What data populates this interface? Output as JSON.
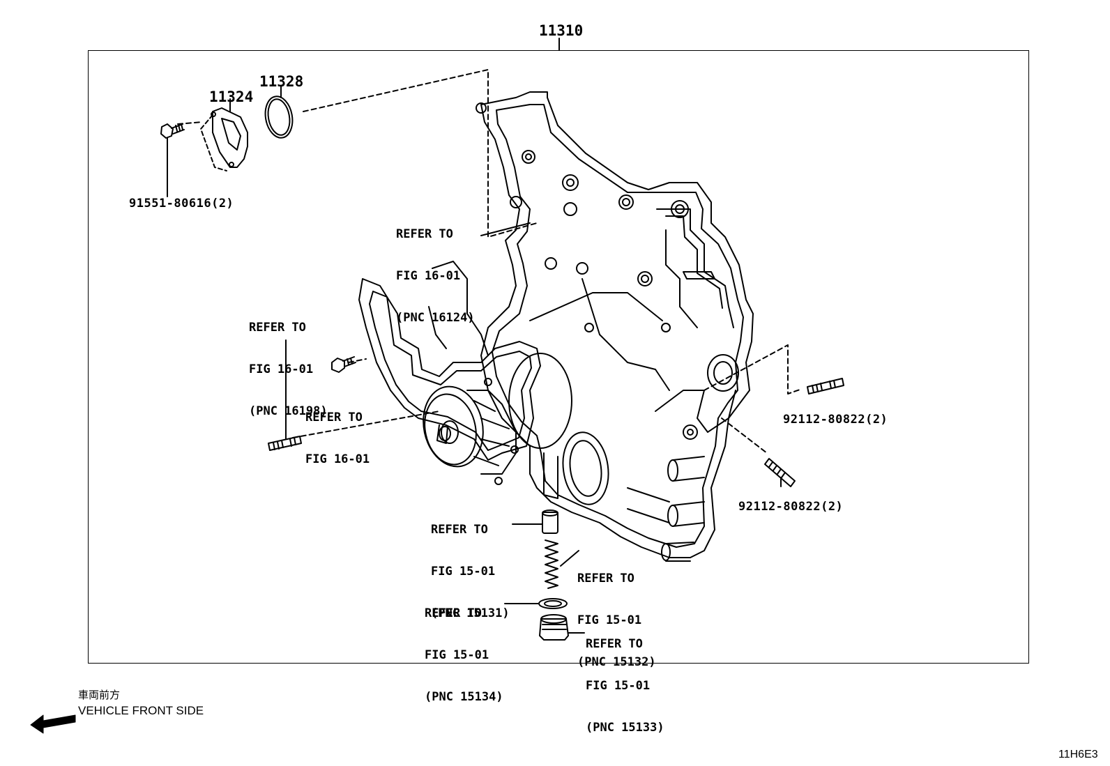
{
  "assembly": {
    "pnc": "11310"
  },
  "parts": {
    "p11324": "11324",
    "p11328": "11328",
    "bolt": "91551-80616(2)",
    "stud_right": "92112-80822(2)",
    "stud_lower": "92112-80822(2)"
  },
  "callouts": {
    "c16124": {
      "line1": "REFER TO",
      "line2": "FIG 16-01",
      "line3": "(PNC 16124)"
    },
    "c16198": {
      "line1": "REFER TO",
      "line2": "FIG 16-01",
      "line3": "(PNC 16198)"
    },
    "c1601": {
      "line1": "REFER TO",
      "line2": "FIG 16-01"
    },
    "c15131": {
      "line1": "REFER TO",
      "line2": "FIG 15-01",
      "line3": "(PNC 15131)"
    },
    "c15132": {
      "line1": "REFER TO",
      "line2": "FIG 15-01",
      "line3": "(PNC 15132)"
    },
    "c15134": {
      "line1": "REFER TO",
      "line2": "FIG 15-01",
      "line3": "(PNC 15134)"
    },
    "c15133": {
      "line1": "REFER TO",
      "line2": "FIG 15-01",
      "line3": "(PNC 15133)"
    }
  },
  "direction": {
    "jp": "車両前方",
    "en": "VEHICLE FRONT SIDE"
  },
  "figure_code": "11H6E3"
}
